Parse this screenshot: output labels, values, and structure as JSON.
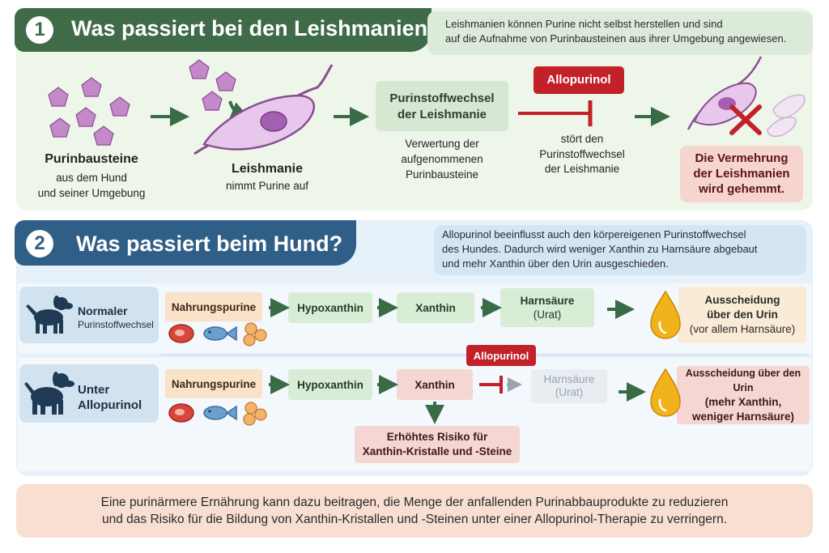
{
  "section1": {
    "number": "1",
    "title": "Was passiert bei den Leishmanien?",
    "note_line1": "Leishmanien können Purine nicht selbst herstellen und sind",
    "note_line2": "auf die Aufnahme von Purinbausteinen aus ihrer Umgebung angewiesen.",
    "bases_label": "Purinbausteine",
    "bases_sub1": "aus dem Hund",
    "bases_sub2": "und seiner Umgebung",
    "leish_label": "Leishmanie",
    "leish_sub": "nimmt Purine auf",
    "pstoff_line1": "Purinstoffwechsel",
    "pstoff_line2": "der Leishmanie",
    "pstoff_sub1": "Verwertung der",
    "pstoff_sub2": "aufgenommenen",
    "pstoff_sub3": "Purinbausteine",
    "allopurinol": "Allopurinol",
    "allo_sub1": "stört den",
    "allo_sub2": "Purinstoffwechsel",
    "allo_sub3": "der Leishmanie",
    "result1": "Die Vermehrung",
    "result2": "der Leishmanien",
    "result3": "wird gehemmt."
  },
  "section2": {
    "number": "2",
    "title": "Was passiert beim Hund?",
    "note_line1": "Allopurinol beeinflusst auch den körpereigenen Purinstoffwechsel",
    "note_line2": "des Hundes. Dadurch wird weniger Xanthin zu Harnsäure abgebaut",
    "note_line3": "und mehr Xanthin über den Urin ausgeschieden.",
    "row1": {
      "label1": "Normaler",
      "label2": "Purinstoffwechsel",
      "food": "Nahrungspurine",
      "hypo": "Hypoxanthin",
      "xanthin": "Xanthin",
      "uric1": "Harnsäure",
      "uric2": "(Urat)",
      "out1": "Ausscheidung",
      "out2": "über den Urin",
      "out3": "(vor allem Harnsäure)"
    },
    "row2": {
      "label1": "Unter",
      "label2": "Allopurinol",
      "food": "Nahrungspurine",
      "hypo": "Hypoxanthin",
      "xanthin": "Xanthin",
      "allopurinol": "Allopurinol",
      "uric1": "Harnsäure",
      "uric2": "(Urat)",
      "out1": "Ausscheidung über den Urin",
      "out2": "(mehr Xanthin,",
      "out3": "weniger Harnsäure)",
      "risk1": "Erhöhtes Risiko für",
      "risk2": "Xanthin-Kristalle und -Steine"
    }
  },
  "footer": {
    "line1": "Eine purinärmere Ernährung kann dazu beitragen, die Menge der anfallenden Purinabbauprodukte zu reduzieren",
    "line2": "und das Risiko für die Bildung von Xanthin-Kristallen und -Steinen unter einer Allopurinol-Therapie zu verringern."
  },
  "colors": {
    "section1_header": "#3f6b49",
    "section2_header": "#2f5f86",
    "allopurinol_red": "#c32129",
    "arrow_green": "#3a6b47",
    "purine_purple": "#c389c8"
  }
}
